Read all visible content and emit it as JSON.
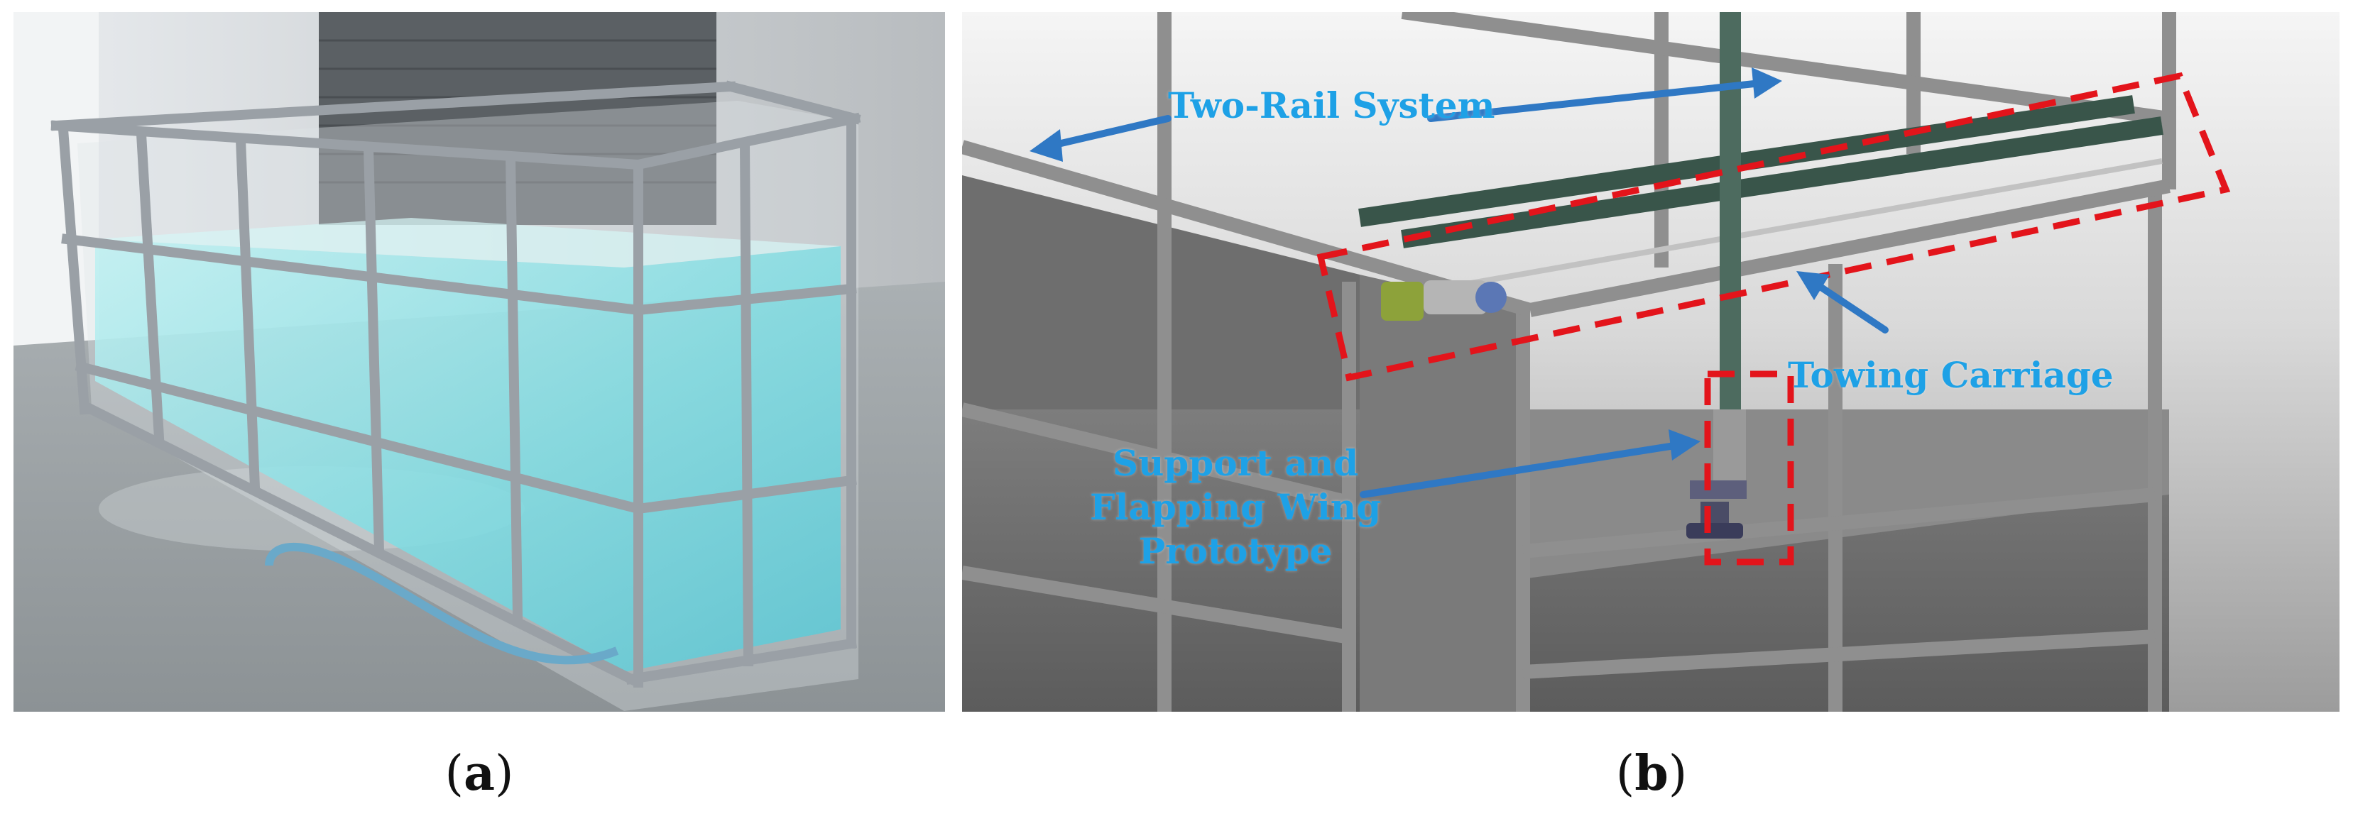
{
  "panels": {
    "a": {
      "caption_letter": "a"
    },
    "b": {
      "caption_letter": "b",
      "labels": {
        "rail": "Two-Rail System",
        "towing": "Towing Carriage",
        "support_line1": "Support and",
        "support_line2": "Flapping Wing",
        "support_line3": "Prototype"
      }
    }
  },
  "colors": {
    "label_text": "#1ea1e6",
    "arrow": "#2f78c4",
    "highlight_box": "#e3141b",
    "water": "#7ee0e8",
    "frame": "#9aa0a6"
  }
}
